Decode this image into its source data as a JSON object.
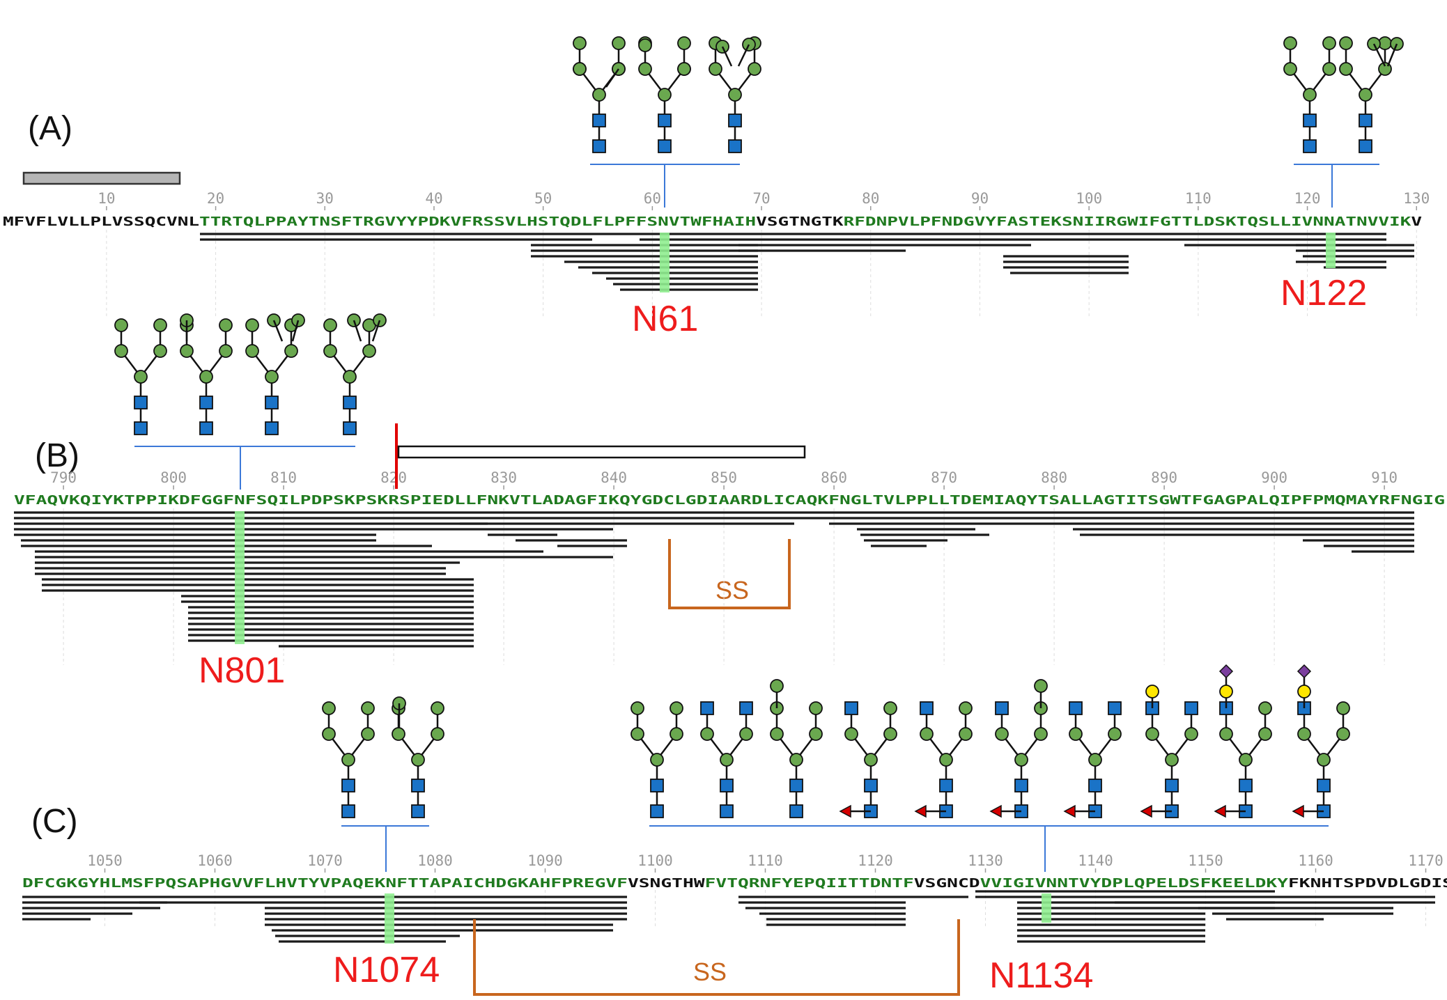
{
  "panels": [
    {
      "label": "(A)",
      "start": 1,
      "seq_parts": [
        {
          "text": "MFVFLVLLPLVSSQCVNL",
          "color": "#111111"
        },
        {
          "text": "TTRTQLPPAYTNSFTRGVYYPDKVFRSSVLHSTQDLFLPFFSNVTWFHAIH",
          "color": "#1f7a1f"
        },
        {
          "text": "VSGTNGTK",
          "color": "#111111"
        },
        {
          "text": "RFDNPVLPFNDGVYFASTEKSNIIRGWIFGTTLDSKTQSLLIVNNATNVVIK",
          "color": "#1f7a1f"
        },
        {
          "text": "V",
          "color": "#111111"
        }
      ],
      "ticks": [
        "10",
        "20",
        "30",
        "40",
        "50",
        "60",
        "70",
        "80",
        "90",
        "100",
        "110",
        "120",
        "130"
      ],
      "sites": [
        "N61",
        "N122"
      ],
      "signal_peptide": "1-17"
    },
    {
      "label": "(B)",
      "start": 786,
      "seq_parts": [
        {
          "text": "VFAQVKQIYKTPPIKDFGGFNFSQILPDPSKPSKRSPIEDLLFNKVTLADAGFIKQYGDCLGDIAARDLICAQKFNGLTVLPPLLTDEMIAQYTSALLAGTITSGWTFGAGPALQIPFPMQMAYRFNGIG",
          "color": "#1f7a1f"
        }
      ],
      "ticks": [
        "790",
        "800",
        "810",
        "820",
        "830",
        "840",
        "850",
        "860",
        "870",
        "880",
        "890",
        "900",
        "910"
      ],
      "sites": [
        "N801"
      ],
      "disulfide": "SS",
      "fusion_peptide": "816-852"
    },
    {
      "label": "(C)",
      "start": 1043,
      "seq_parts": [
        {
          "text": "DFCGKGYHLMSFPQSAPHGVVFLHVTYVPAQEKNFTTAPAICHDGKAHFPREGVF",
          "color": "#1f7a1f"
        },
        {
          "text": "VSNGTHW",
          "color": "#111111"
        },
        {
          "text": "FVTQRNFYEPQIITTDNTF",
          "color": "#1f7a1f"
        },
        {
          "text": "VSGNCD",
          "color": "#111111"
        },
        {
          "text": "VVIGIVNNTVYDPLQPELDSFKEELDKY",
          "color": "#1f7a1f"
        },
        {
          "text": "FKNHTSPDVDLGDIS",
          "color": "#111111"
        }
      ],
      "ticks": [
        "1050",
        "1060",
        "1070",
        "1080",
        "1090",
        "1100",
        "1110",
        "1120",
        "1130",
        "1140",
        "1150",
        "1160",
        "1170"
      ],
      "sites": [
        "N1074",
        "N1134"
      ],
      "disulfide": "SS"
    }
  ],
  "legend_icons": [
    "N-acetylglucosamine-square",
    "mannose-circle",
    "galactose-circle",
    "sialic-acid-diamond",
    "fucose-triangle"
  ],
  "colors": {
    "glcnac": "#1a73c7",
    "mannose": "#6aa84f",
    "galactose": "#ffe600",
    "sialic": "#7b3f9e",
    "fucose": "#d40000",
    "site_label": "#ee1c1c",
    "ss_bracket": "#c8661e",
    "site_highlight": "#90ee90",
    "branch_line": "#3b78d8"
  }
}
